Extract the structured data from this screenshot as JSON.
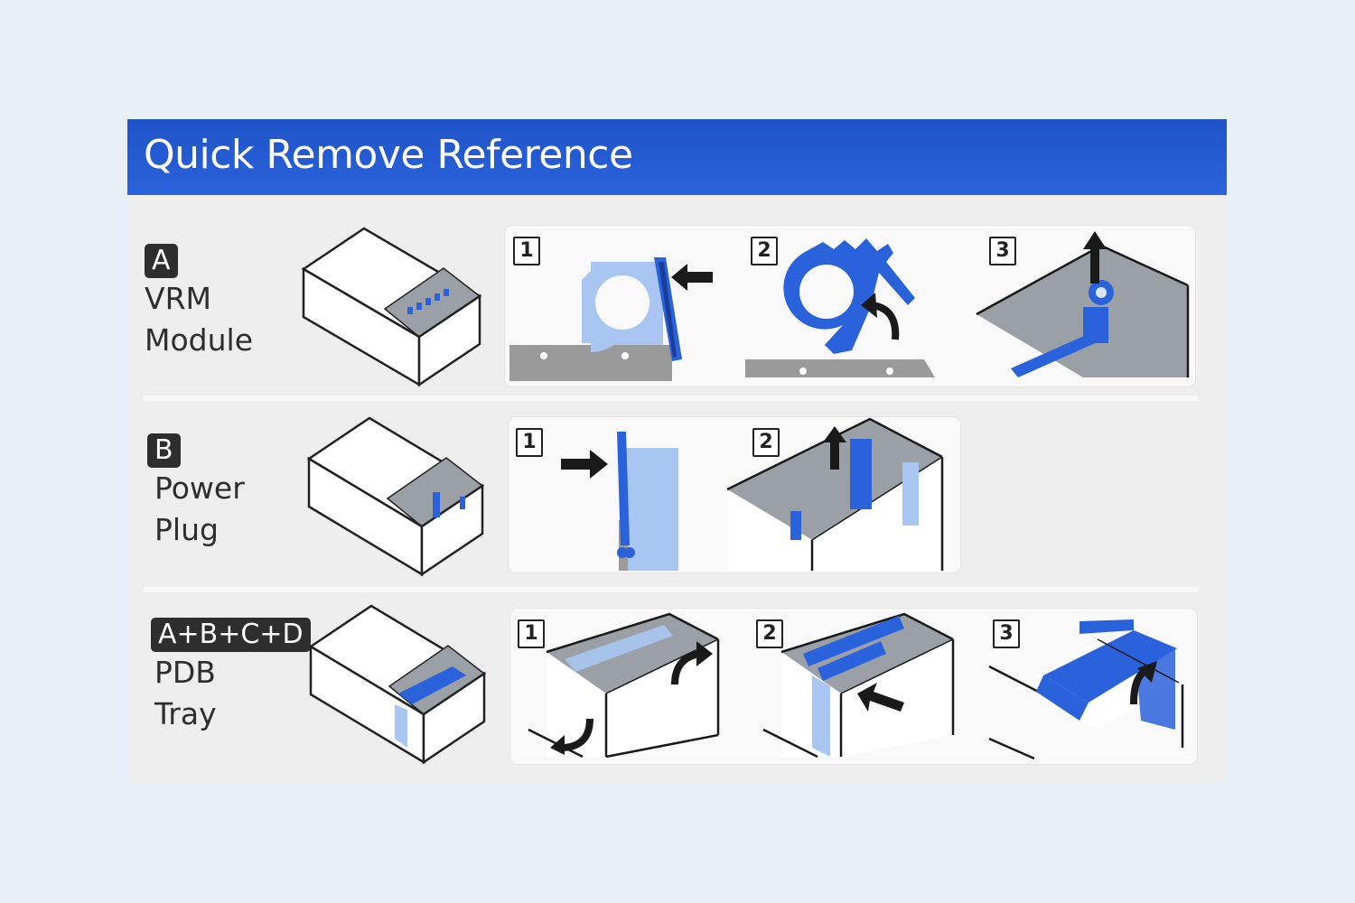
{
  "header": {
    "title": "Quick Remove Reference"
  },
  "rows": [
    {
      "badge": "A",
      "name_line1": "VRM",
      "name_line2": "Module",
      "steps": [
        "1",
        "2",
        "3"
      ]
    },
    {
      "badge": "B",
      "name_line1": "Power",
      "name_line2": "Plug",
      "steps": [
        "1",
        "2"
      ]
    },
    {
      "badge": "A+B+C+D",
      "name_line1": "PDB",
      "name_line2": "Tray",
      "steps": [
        "1",
        "2",
        "3"
      ]
    }
  ],
  "colors": {
    "header_blue": "#2659d6",
    "part_blue": "#2a62dc",
    "light_blue": "#a9c6f2",
    "dark": "#222222",
    "gray": "#9a9a9a"
  },
  "icons": [
    "push-arrow-icon",
    "lift-arrow-icon",
    "rotate-arrow-icon"
  ]
}
